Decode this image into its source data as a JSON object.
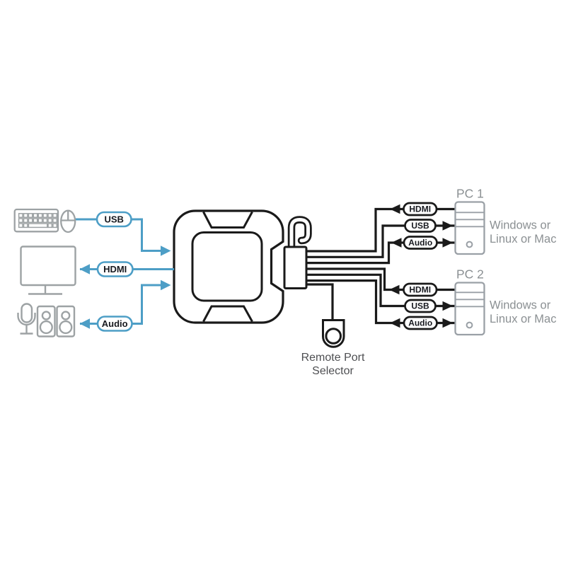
{
  "console": {
    "usb_label": "USB",
    "hdmi_label": "HDMI",
    "audio_label": "Audio"
  },
  "kvm": {
    "selector_line1": "Remote Port",
    "selector_line2": "Selector"
  },
  "pcs": [
    {
      "name": "PC 1",
      "hdmi_label": "HDMI",
      "usb_label": "USB",
      "audio_label": "Audio",
      "os_line1": "Windows or",
      "os_line2": "Linux or Mac"
    },
    {
      "name": "PC 2",
      "hdmi_label": "HDMI",
      "usb_label": "USB",
      "audio_label": "Audio",
      "os_line1": "Windows or",
      "os_line2": "Linux or Mac"
    }
  ],
  "colors": {
    "cable_blue": "#4D9EC6",
    "line_black": "#1A1A1A",
    "icon_gray": "#9DA2A4",
    "tower_gray": "#9AA0A6",
    "label_gray": "#8B9093",
    "selector_text": "#4E4F52",
    "pill_text": "#17191F",
    "background": "#FFFFFF"
  },
  "icons": {
    "keyboard-icon": "svg-shape",
    "mouse-icon": "svg-shape",
    "monitor-icon": "svg-shape",
    "microphone-icon": "svg-shape",
    "speaker-icon": "svg-shape",
    "kvm-switch-icon": "svg-shape",
    "hook-cable-icon": "svg-shape",
    "remote-port-selector-icon": "svg-shape",
    "pc-tower-icon": "svg-shape",
    "arrow-icon": "svg-triangle"
  }
}
